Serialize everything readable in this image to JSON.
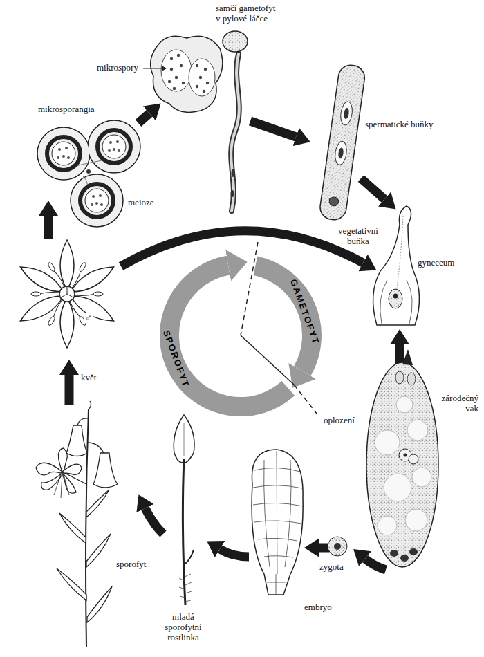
{
  "diagram": {
    "labels": [
      "samčí gametofyt v pylové láčce",
      "mikrospory",
      "mikrosporangia",
      "meioze",
      "spermatické buňky",
      "vegetativní buňka",
      "gyneceum",
      "květ",
      "♂",
      "zárodečný vak",
      "oplození",
      "zygota",
      "embryo",
      "sporofyt",
      "mladá sporofytní rostlinka",
      "SPOROFYT",
      "GAMETOFYT"
    ]
  }
}
